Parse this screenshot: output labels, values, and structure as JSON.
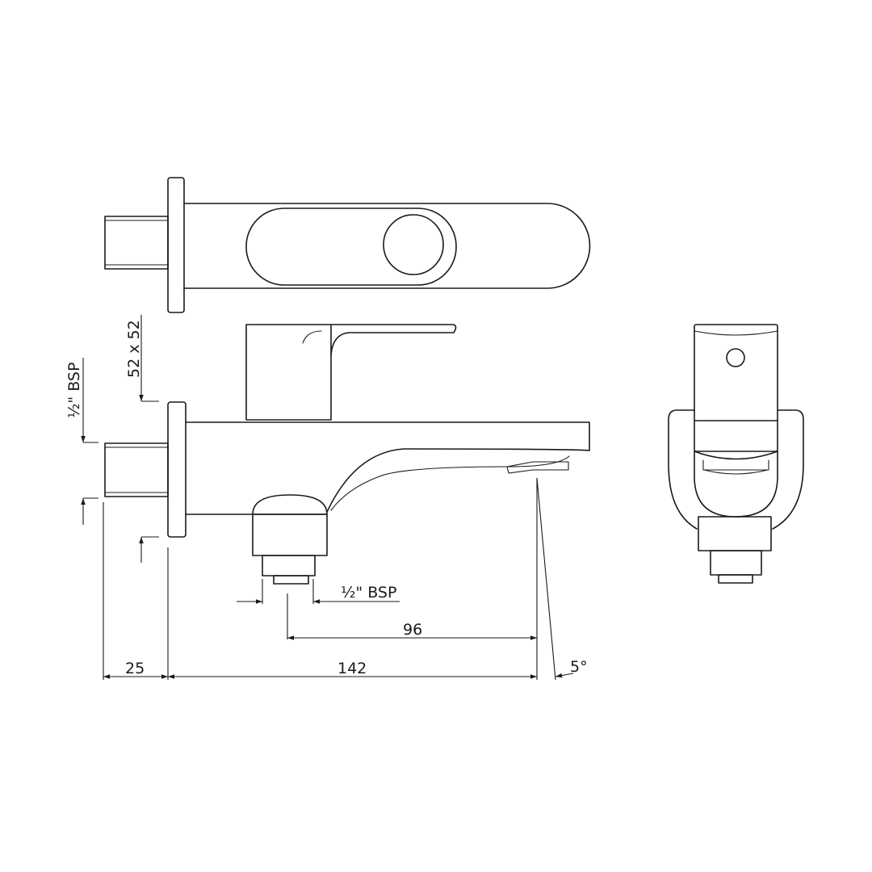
{
  "drawing": {
    "views": [
      "top-view",
      "side-view",
      "front-view"
    ],
    "dimensions": {
      "wall_plate": "52 x 52",
      "inlet_thread_left": "½\" BSP",
      "outlet_thread_bottom": "½\" BSP",
      "projection_wall": "25",
      "overall_length": "142",
      "outlet_to_spout": "96",
      "spout_angle": "5°"
    },
    "line_color": "#1a1a1a",
    "background": "#ffffff"
  }
}
